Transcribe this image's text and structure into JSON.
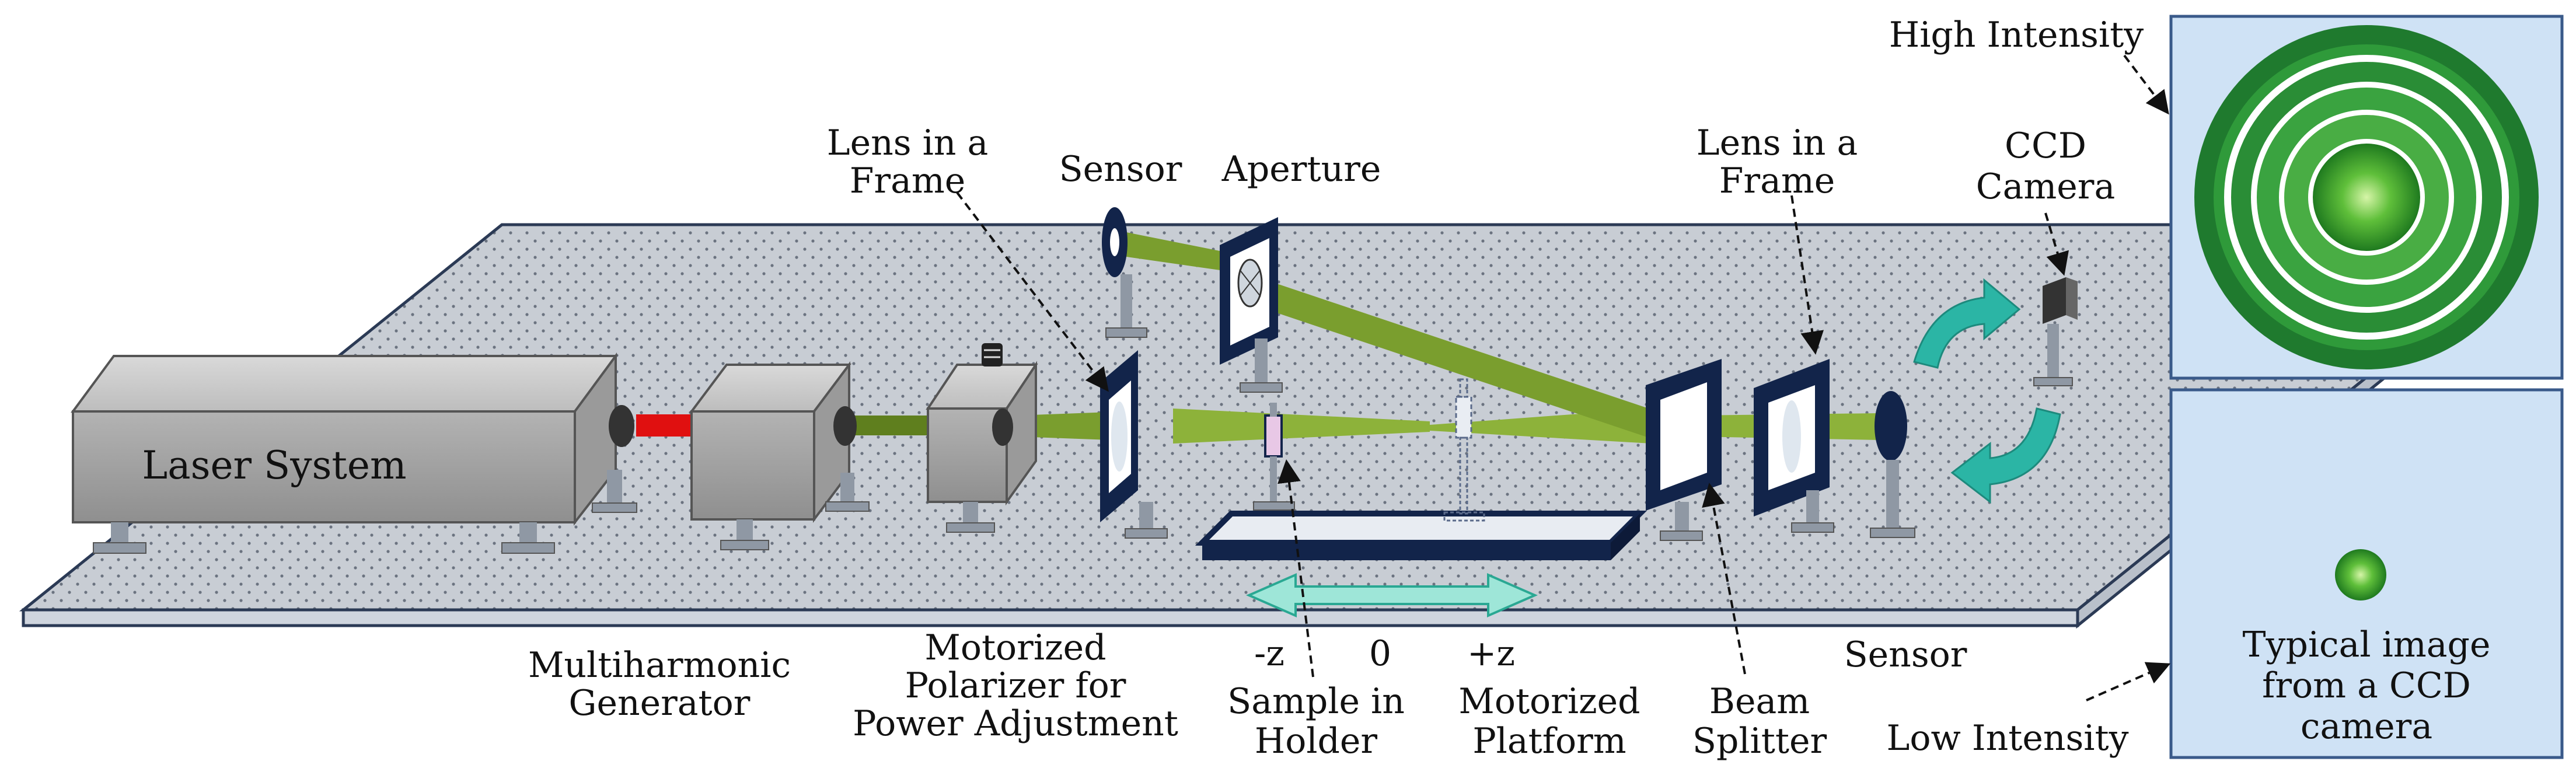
{
  "labels": {
    "laser_system": "Laser System",
    "multiharmonic_1": "Multiharmonic",
    "multiharmonic_2": "Generator",
    "polarizer_1": "Motorized",
    "polarizer_2": "Polarizer for",
    "polarizer_3": "Power Adjustment",
    "lens1_1": "Lens in a",
    "lens1_2": "Frame",
    "sensor_top": "Sensor",
    "aperture": "Aperture",
    "minus_z": "-z",
    "zero": "0",
    "plus_z": "+z",
    "sample_1": "Sample in",
    "sample_2": "Holder",
    "platform_1": "Motorized",
    "platform_2": "Platform",
    "beam_splitter_1": "Beam",
    "beam_splitter_2": "Splitter",
    "lens2_1": "Lens in a",
    "lens2_2": "Frame",
    "ccd_1": "CCD",
    "ccd_2": "Camera",
    "sensor_bottom": "Sensor",
    "high_intensity": "High Intensity",
    "low_intensity": "Low Intensity",
    "typical_1": "Typical image",
    "typical_2": "from a CCD",
    "typical_3": "camera"
  },
  "colors": {
    "table": "#c9ced6",
    "table_edge": "#2b3a55",
    "housing": "#a8a8a8",
    "beam_green": "#7a9e2e",
    "beam_red": "#e01010",
    "frame_navy": "#12244a",
    "panel_bg": "#cfe2f5",
    "panel_edge": "#3a5a8a",
    "teal_arrow": "#2bb5a5"
  },
  "icons": {
    "rotation_arrows": "curved-arrow-icon",
    "bidirectional": "double-arrow-icon"
  }
}
